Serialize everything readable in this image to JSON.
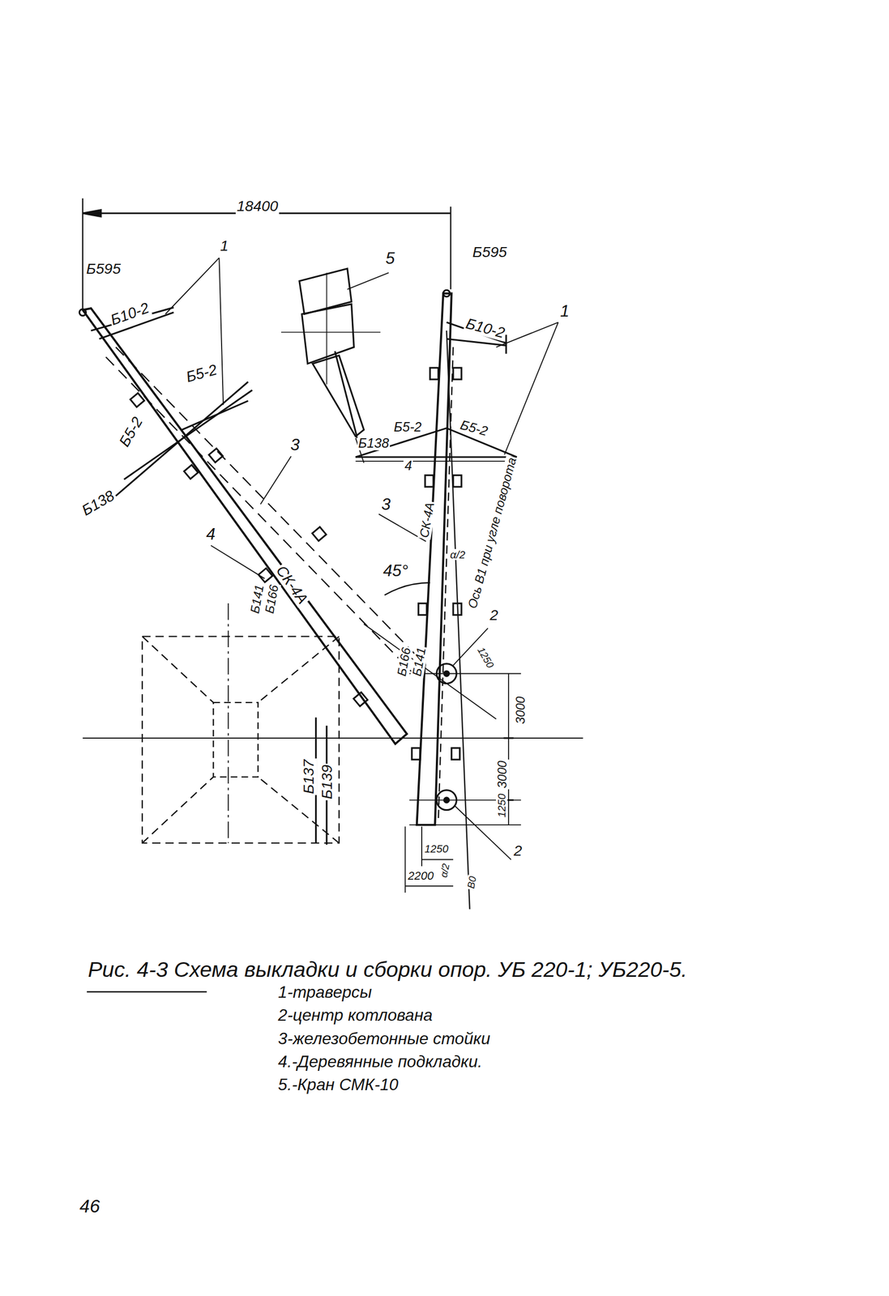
{
  "diagram": {
    "caption": "Рис. 4-3 Схема выкладки и сборки опор. УБ 220-1; УБ220-5.",
    "labels": [
      "18400",
      "Б595",
      "Б10-2",
      "1",
      "Б5-2",
      "Б5-2",
      "Б138",
      "3",
      "4",
      "Б141",
      "Б166",
      "СК-4А",
      "45°",
      "Б166",
      "Б141",
      "Б137",
      "Б139",
      "5",
      "Б595",
      "Б10-2",
      "1",
      "Б138",
      "Б5-2",
      "Б5-2",
      "4",
      "3",
      "СК-4А",
      "Ось В1 при угле поворота",
      "α/2",
      "2",
      "1250",
      "3000",
      "3000",
      "1250",
      "2",
      "1250",
      "2200",
      "α/2",
      "В0",
      "46",
      "1-траверсы",
      "2-центр котлована",
      "3-железобетонные стойки",
      "4.-Деревянные подкладки.",
      "5.-Кран СМК-10"
    ]
  }
}
